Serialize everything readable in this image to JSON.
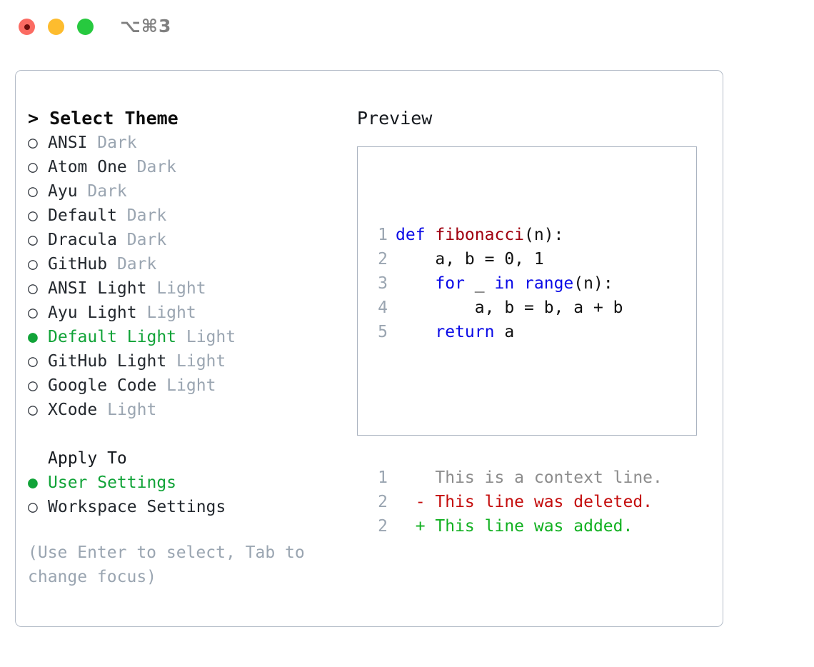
{
  "window": {
    "shortcut": "⌥⌘3",
    "traffic_lights": [
      {
        "name": "close",
        "color": "#fb6b62"
      },
      {
        "name": "minimize",
        "color": "#fdbc2e"
      },
      {
        "name": "maximize",
        "color": "#27c93f"
      }
    ]
  },
  "left": {
    "title": "> Select Theme",
    "marker_selected": "●",
    "marker_unselected": "○",
    "themes": [
      {
        "label": "ANSI",
        "suffix": "Dark",
        "selected": false
      },
      {
        "label": "Atom One",
        "suffix": "Dark",
        "selected": false
      },
      {
        "label": "Ayu",
        "suffix": "Dark",
        "selected": false
      },
      {
        "label": "Default",
        "suffix": "Dark",
        "selected": false
      },
      {
        "label": "Dracula",
        "suffix": "Dark",
        "selected": false
      },
      {
        "label": "GitHub",
        "suffix": "Dark",
        "selected": false
      },
      {
        "label": "ANSI Light",
        "suffix": "Light",
        "selected": false
      },
      {
        "label": "Ayu Light",
        "suffix": "Light",
        "selected": false
      },
      {
        "label": "Default Light",
        "suffix": "Light",
        "selected": true
      },
      {
        "label": "GitHub Light",
        "suffix": "Light",
        "selected": false
      },
      {
        "label": "Google Code",
        "suffix": "Light",
        "selected": false
      },
      {
        "label": "XCode",
        "suffix": "Light",
        "selected": false
      }
    ],
    "apply_to_header": "Apply To",
    "apply_to": [
      {
        "label": "User Settings",
        "selected": true
      },
      {
        "label": "Workspace Settings",
        "selected": false
      }
    ],
    "hint": "(Use Enter to select, Tab to change focus)"
  },
  "right": {
    "title": "Preview",
    "code_lines": [
      {
        "no": "1",
        "segments": [
          {
            "t": "def ",
            "c": "kw"
          },
          {
            "t": "fibonacci",
            "c": "fn"
          },
          {
            "t": "(n):",
            "c": "txt"
          }
        ]
      },
      {
        "no": "2",
        "segments": [
          {
            "t": "    a, b = 0, 1",
            "c": "txt"
          }
        ]
      },
      {
        "no": "3",
        "segments": [
          {
            "t": "    ",
            "c": "txt"
          },
          {
            "t": "for",
            "c": "kw"
          },
          {
            "t": " _ ",
            "c": "txt"
          },
          {
            "t": "in",
            "c": "kw"
          },
          {
            "t": " ",
            "c": "txt"
          },
          {
            "t": "range",
            "c": "kw"
          },
          {
            "t": "(n):",
            "c": "txt"
          }
        ]
      },
      {
        "no": "4",
        "segments": [
          {
            "t": "        a, b = b, a + b",
            "c": "txt"
          }
        ]
      },
      {
        "no": "5",
        "segments": [
          {
            "t": "    ",
            "c": "txt"
          },
          {
            "t": "return",
            "c": "kw"
          },
          {
            "t": " a",
            "c": "txt"
          }
        ]
      }
    ],
    "diff_lines": [
      {
        "no": "1",
        "marker": " ",
        "text": "This is a context line.",
        "kind": "ctx"
      },
      {
        "no": "2",
        "marker": "-",
        "text": "This line was deleted.",
        "kind": "del"
      },
      {
        "no": "2",
        "marker": "+",
        "text": "This line was added.",
        "kind": "add"
      }
    ]
  },
  "colors": {
    "accent_green": "#11a338",
    "muted_gray": "#9aa5b1",
    "keyword_blue": "#0a0ae6",
    "function_red": "#a00010",
    "diff_deleted": "#c40d0d",
    "diff_added": "#11b020",
    "border": "#b4bcc8"
  }
}
